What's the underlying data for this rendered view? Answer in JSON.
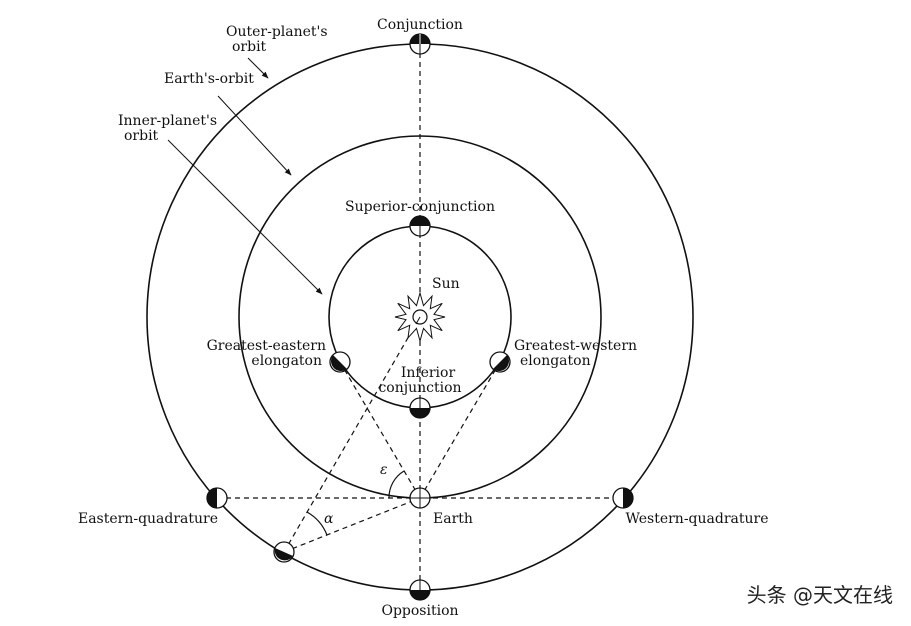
{
  "diagram": {
    "labels": {
      "conjunction": "Conjunction",
      "outer_orbit_1": "Outer-planet's",
      "outer_orbit_2": "orbit",
      "earth_orbit": "Earth's-orbit",
      "inner_orbit_1": "Inner-planet's",
      "inner_orbit_2": "orbit",
      "superior_conjunction": "Superior-conjunction",
      "sun": "Sun",
      "greatest_eastern_1": "Greatest-eastern",
      "greatest_eastern_2": "elongaton",
      "greatest_western_1": "Greatest-western",
      "greatest_western_2": "elongaton",
      "inferior_1": "Inferior",
      "inferior_2": "conjunction",
      "earth": "Earth",
      "eastern_quadrature": "Eastern-quadrature",
      "western_quadrature": "Western-quadrature",
      "opposition": "Opposition",
      "epsilon": "ε",
      "alpha": "α"
    },
    "watermark": "头条 @天文在线"
  }
}
